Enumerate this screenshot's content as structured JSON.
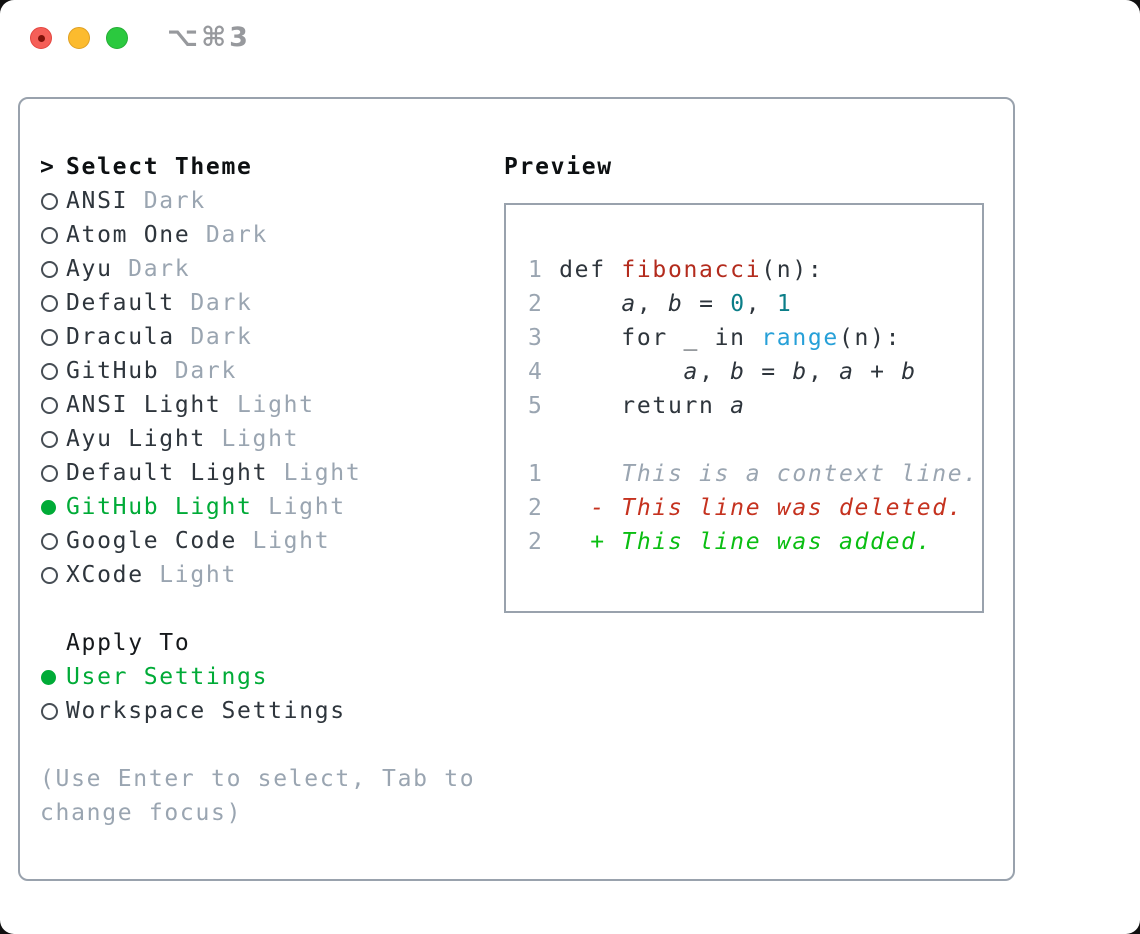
{
  "window": {
    "title_shortcut": "⌥⌘3"
  },
  "colors": {
    "selection_green": "#00ab37",
    "added_green": "#0abe12",
    "deleted_red": "#c5321f",
    "function_red": "#b32b1d",
    "number_teal": "#0b7e88",
    "builtin_blue": "#27a0d8",
    "muted_gray": "#9aa5b1",
    "text_dark": "#2e353c",
    "border_gray": "#99a2ad",
    "tl_red": "#f55f58",
    "tl_yellow": "#fcbb2e",
    "tl_green": "#2bc93f"
  },
  "theme_picker": {
    "prompt": ">",
    "header": "Select Theme",
    "themes": [
      {
        "name": "ANSI",
        "variant": "Dark",
        "selected": false
      },
      {
        "name": "Atom One",
        "variant": "Dark",
        "selected": false
      },
      {
        "name": "Ayu",
        "variant": "Dark",
        "selected": false
      },
      {
        "name": "Default",
        "variant": "Dark",
        "selected": false
      },
      {
        "name": "Dracula",
        "variant": "Dark",
        "selected": false
      },
      {
        "name": "GitHub",
        "variant": "Dark",
        "selected": false
      },
      {
        "name": "ANSI Light",
        "variant": "Light",
        "selected": false
      },
      {
        "name": "Ayu Light",
        "variant": "Light",
        "selected": false
      },
      {
        "name": "Default Light",
        "variant": "Light",
        "selected": false
      },
      {
        "name": "GitHub Light",
        "variant": "Light",
        "selected": true
      },
      {
        "name": "Google Code",
        "variant": "Light",
        "selected": false
      },
      {
        "name": "XCode",
        "variant": "Light",
        "selected": false
      }
    ],
    "apply_to": {
      "header": "Apply To",
      "options": [
        {
          "label": "User Settings",
          "selected": true
        },
        {
          "label": "Workspace Settings",
          "selected": false
        }
      ]
    },
    "hint": "(Use Enter to select, Tab to change focus)"
  },
  "preview": {
    "title": "Preview",
    "code_lines": [
      {
        "num": "1",
        "segments": [
          {
            "text": "def ",
            "style": "code"
          },
          {
            "text": "fibonacci",
            "style": "func"
          },
          {
            "text": "(n):",
            "style": "code"
          }
        ]
      },
      {
        "num": "2",
        "segments": [
          {
            "text": "    ",
            "style": "code"
          },
          {
            "text": "a",
            "style": "var"
          },
          {
            "text": ", ",
            "style": "code"
          },
          {
            "text": "b",
            "style": "var"
          },
          {
            "text": " = ",
            "style": "code"
          },
          {
            "text": "0",
            "style": "num"
          },
          {
            "text": ", ",
            "style": "code"
          },
          {
            "text": "1",
            "style": "num"
          }
        ]
      },
      {
        "num": "3",
        "segments": [
          {
            "text": "    for _ in ",
            "style": "code"
          },
          {
            "text": "range",
            "style": "builtin"
          },
          {
            "text": "(n):",
            "style": "code"
          }
        ]
      },
      {
        "num": "4",
        "segments": [
          {
            "text": "        ",
            "style": "code"
          },
          {
            "text": "a",
            "style": "var"
          },
          {
            "text": ", ",
            "style": "code"
          },
          {
            "text": "b",
            "style": "var"
          },
          {
            "text": " = ",
            "style": "code"
          },
          {
            "text": "b",
            "style": "var"
          },
          {
            "text": ", ",
            "style": "code"
          },
          {
            "text": "a",
            "style": "var"
          },
          {
            "text": " + ",
            "style": "code"
          },
          {
            "text": "b",
            "style": "var"
          }
        ]
      },
      {
        "num": "5",
        "segments": [
          {
            "text": "    return ",
            "style": "code"
          },
          {
            "text": "a",
            "style": "var"
          }
        ]
      },
      {
        "num": "",
        "segments": []
      },
      {
        "num": "1",
        "segments": [
          {
            "text": "    ",
            "style": "code"
          },
          {
            "text": "This is a context line.",
            "style": "context"
          }
        ]
      },
      {
        "num": "2",
        "segments": [
          {
            "text": "  ",
            "style": "code"
          },
          {
            "text": "- This line was deleted.",
            "style": "deleted"
          }
        ]
      },
      {
        "num": "2",
        "segments": [
          {
            "text": "  ",
            "style": "code"
          },
          {
            "text": "+ This line was added.",
            "style": "added"
          }
        ]
      }
    ]
  }
}
